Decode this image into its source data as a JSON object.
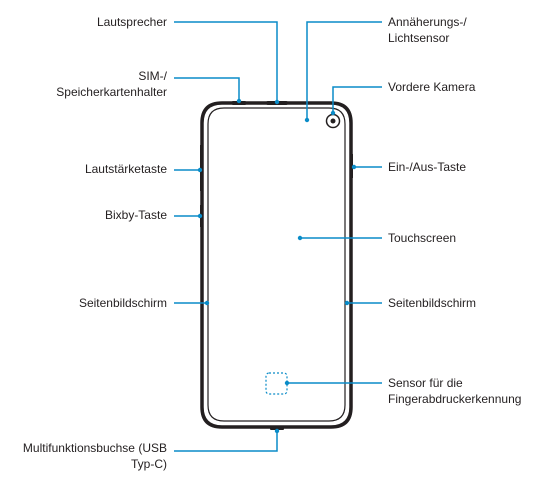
{
  "labels": {
    "lautsprecher": "Lautsprecher",
    "sim_1": "SIM-/",
    "sim_2": "Speicherkartenhalter",
    "lautstaerketaste": "Lautstärketaste",
    "bixby": "Bixby-Taste",
    "seitenbildschirm_left": "Seitenbildschirm",
    "multifunktion_1": "Multifunktionsbuchse (USB",
    "multifunktion_2": "Typ-C)",
    "annaeherung_1": "Annäherungs-/",
    "annaeherung_2": "Lichtsensor",
    "vordere_kamera": "Vordere Kamera",
    "ein_aus": "Ein-/Aus-Taste",
    "touchscreen": "Touchscreen",
    "seitenbildschirm_right": "Seitenbildschirm",
    "sensor_1": "Sensor für die",
    "sensor_2": "Fingerabdruckerkennung"
  },
  "colors": {
    "leader_line": "#0a8cc8",
    "phone_outline": "#231f20",
    "text": "#231f20"
  }
}
